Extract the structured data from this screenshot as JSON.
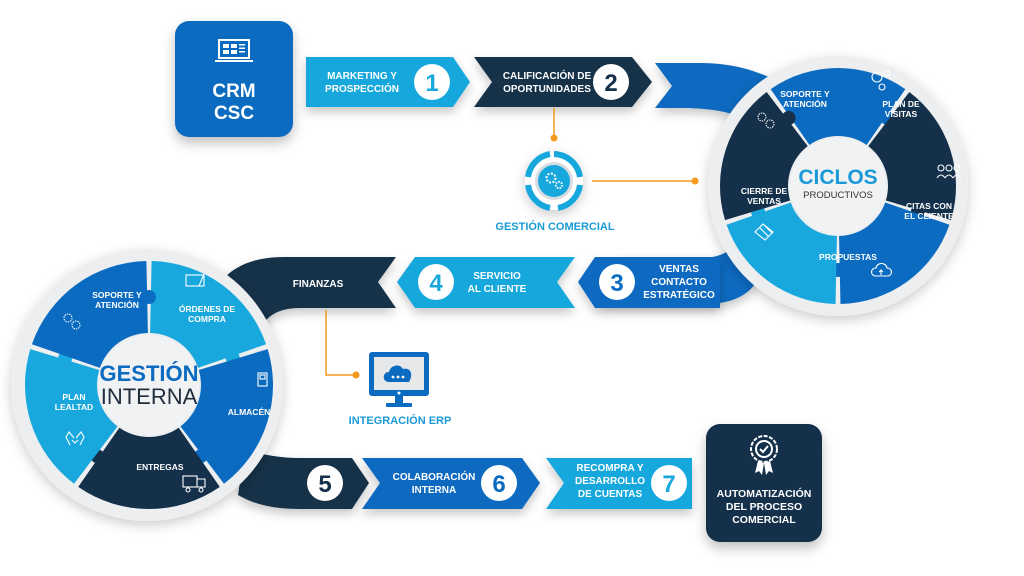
{
  "colors": {
    "navy": "#14304a",
    "blue": "#0b6bc0",
    "light_blue": "#18a8dd",
    "orange": "#f39a1e",
    "gray_ring": "#e9ecef",
    "label_blue": "#1a9ad6"
  },
  "crm": {
    "icon": "crm-dashboard-laptop-icon",
    "lines": [
      "CRM",
      "CSC"
    ]
  },
  "steps": [
    {
      "number": "1",
      "lines": [
        "MARKETING Y",
        "PROSPECCIÓN"
      ],
      "color": "light_blue"
    },
    {
      "number": "2",
      "lines": [
        "CALIFICACIÓN DE",
        "OPORTUNIDADES"
      ],
      "color": "navy"
    },
    {
      "number": "3",
      "lines": [
        "VENTAS",
        "CONTACTO",
        "ESTRATÉGICO"
      ],
      "color": "blue"
    },
    {
      "number": "4",
      "lines": [
        "SERVICIO",
        "AL CLIENTE"
      ],
      "color": "light_blue"
    },
    {
      "number": "5",
      "lines": [],
      "color": "navy"
    },
    {
      "number": "6",
      "lines": [
        "COLABORACIÓN",
        "INTERNA"
      ],
      "color": "blue"
    },
    {
      "number": "7",
      "lines": [
        "RECOMPRA Y",
        "DESARROLLO",
        "DE CUENTAS"
      ],
      "color": "light_blue"
    }
  ],
  "finanzas": {
    "label": "FINANZAS"
  },
  "gestion_comercial": {
    "icon": "gears-icon",
    "label": "GESTIÓN COMERCIAL"
  },
  "integracion_erp": {
    "icon": "cloud-monitor-icon",
    "label": "INTEGRACIÓN ERP"
  },
  "ciclos": {
    "title": "CICLOS",
    "subtitle": "PRODUCTIVOS",
    "pieces": [
      {
        "lines": [
          "SOPORTE Y",
          "ATENCIÓN"
        ],
        "icon": "gears-icon",
        "color": "blue"
      },
      {
        "lines": [
          "PLAN DE",
          "VISITAS"
        ],
        "icon": "people-network-icon",
        "color": "navy"
      },
      {
        "lines": [
          "CITAS CON",
          "EL CLIENTE"
        ],
        "icon": "group-icon",
        "color": "blue"
      },
      {
        "lines": [
          "PROPUESTAS"
        ],
        "icon": "cloud-upload-icon",
        "color": "light_blue"
      },
      {
        "lines": [
          "CIERRE DE",
          "VENTAS"
        ],
        "icon": "handshake-icon",
        "color": "navy"
      }
    ]
  },
  "gestion_interna": {
    "title": "GESTIÓN",
    "subtitle": "INTERNA",
    "pieces": [
      {
        "lines": [
          "ÓRDENES DE",
          "COMPRA"
        ],
        "icon": "purchase-order-icon",
        "color": "light_blue"
      },
      {
        "lines": [
          "ALMACÉN"
        ],
        "icon": "warehouse-box-icon",
        "color": "blue"
      },
      {
        "lines": [
          "ENTREGAS"
        ],
        "icon": "delivery-truck-icon",
        "color": "navy"
      },
      {
        "lines": [
          "PLAN",
          "LEALTAD"
        ],
        "icon": "loyalty-hands-icon",
        "color": "light_blue"
      },
      {
        "lines": [
          "SOPORTE Y",
          "ATENCIÓN"
        ],
        "icon": "gears-icon",
        "color": "blue"
      }
    ]
  },
  "automatizacion": {
    "icon": "award-badge-check-icon",
    "lines": [
      "AUTOMATIZACIÓN",
      "DEL PROCESO",
      "COMERCIAL"
    ]
  }
}
